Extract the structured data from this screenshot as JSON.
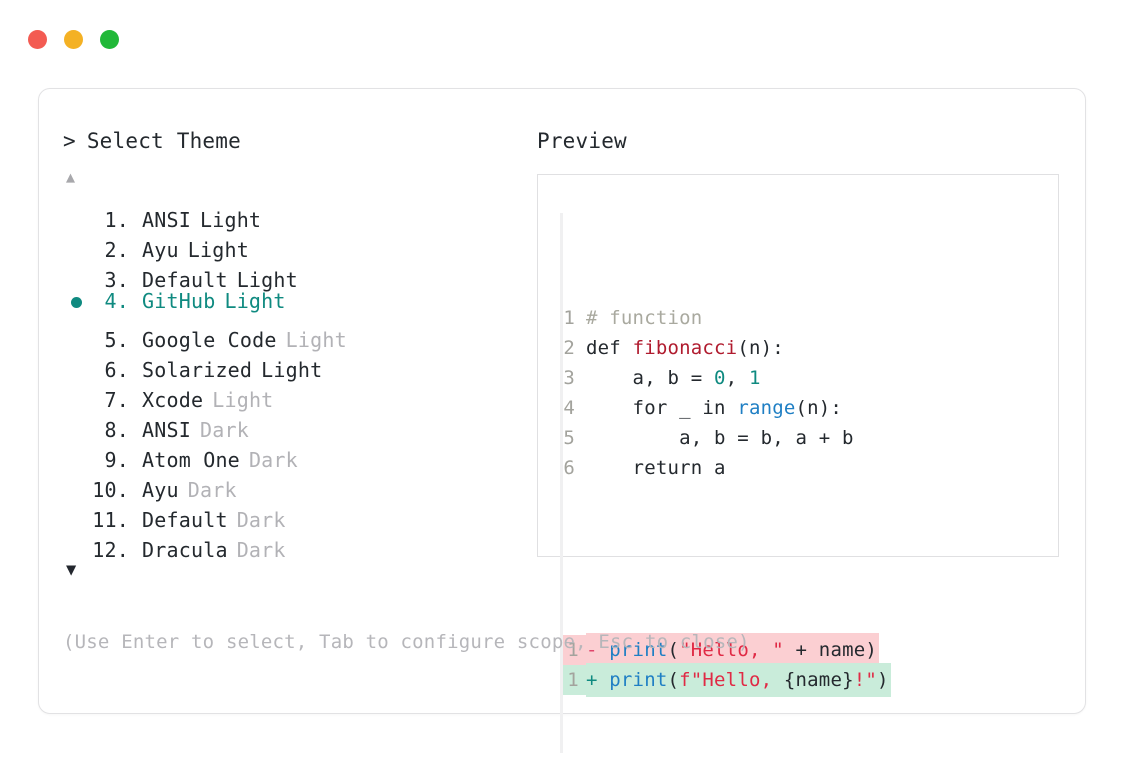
{
  "window": {
    "dots": [
      {
        "name": "close-dot",
        "color": "#F35B52"
      },
      {
        "name": "minimize-dot",
        "color": "#F4B124"
      },
      {
        "name": "maximize-dot",
        "color": "#21B838"
      }
    ]
  },
  "left_panel": {
    "prompt_symbol": ">",
    "title": "Select Theme",
    "scroll_up_icon": "▲",
    "scroll_down_icon": "▼",
    "selected_index": 4,
    "items": [
      {
        "index": "1.",
        "name": "ANSI",
        "mode": "Light",
        "mode_inline": true,
        "selected": false
      },
      {
        "index": "2.",
        "name": "Ayu",
        "mode": "Light",
        "mode_inline": true,
        "selected": false
      },
      {
        "index": "3.",
        "name": "Default",
        "mode": "Light",
        "mode_inline": true,
        "selected": false
      },
      {
        "index": "4.",
        "name": "GitHub",
        "mode": "Light",
        "mode_inline": true,
        "selected": true
      },
      {
        "index": "5.",
        "name": "Google Code",
        "mode": "Light",
        "mode_inline": false,
        "selected": false
      },
      {
        "index": "6.",
        "name": "Solarized",
        "mode": "Light",
        "mode_inline": true,
        "selected": false
      },
      {
        "index": "7.",
        "name": "Xcode",
        "mode": "Light",
        "mode_inline": false,
        "selected": false
      },
      {
        "index": "8.",
        "name": "ANSI",
        "mode": "Dark",
        "mode_inline": false,
        "selected": false
      },
      {
        "index": "9.",
        "name": "Atom One",
        "mode": "Dark",
        "mode_inline": false,
        "selected": false
      },
      {
        "index": "10.",
        "name": "Ayu",
        "mode": "Dark",
        "mode_inline": false,
        "selected": false
      },
      {
        "index": "11.",
        "name": "Default",
        "mode": "Dark",
        "mode_inline": false,
        "selected": false
      },
      {
        "index": "12.",
        "name": "Dracula",
        "mode": "Dark",
        "mode_inline": false,
        "selected": false
      }
    ]
  },
  "right_panel": {
    "title": "Preview",
    "code_lines": [
      {
        "number": "1",
        "tokens": [
          {
            "t": "# function",
            "c": "tk-comment"
          }
        ]
      },
      {
        "number": "2",
        "tokens": [
          {
            "t": "def ",
            "c": "tk-plain"
          },
          {
            "t": "fibonacci",
            "c": "tk-func"
          },
          {
            "t": "(n):",
            "c": "tk-plain"
          }
        ]
      },
      {
        "number": "3",
        "tokens": [
          {
            "t": "    a, b = ",
            "c": "tk-plain"
          },
          {
            "t": "0",
            "c": "tk-num"
          },
          {
            "t": ", ",
            "c": "tk-plain"
          },
          {
            "t": "1",
            "c": "tk-num"
          }
        ]
      },
      {
        "number": "4",
        "tokens": [
          {
            "t": "    for _ in ",
            "c": "tk-plain"
          },
          {
            "t": "range",
            "c": "tk-builtin"
          },
          {
            "t": "(n):",
            "c": "tk-plain"
          }
        ]
      },
      {
        "number": "5",
        "tokens": [
          {
            "t": "        a, b = b, a + b",
            "c": "tk-plain"
          }
        ]
      },
      {
        "number": "6",
        "tokens": [
          {
            "t": "    return a",
            "c": "tk-plain"
          }
        ]
      }
    ],
    "diff_lines": [
      {
        "kind": "del",
        "number": "1",
        "sign": "-",
        "tokens": [
          {
            "t": " ",
            "c": "tk-plain"
          },
          {
            "t": "print",
            "c": "tk-builtin"
          },
          {
            "t": "(",
            "c": "tk-plain"
          },
          {
            "t": "\"Hello, \"",
            "c": "tk-str"
          },
          {
            "t": " + name)",
            "c": "tk-plain"
          }
        ]
      },
      {
        "kind": "add",
        "number": "1",
        "sign": "+",
        "tokens": [
          {
            "t": " ",
            "c": "tk-plain"
          },
          {
            "t": "print",
            "c": "tk-builtin"
          },
          {
            "t": "(",
            "c": "tk-plain"
          },
          {
            "t": "f\"Hello, ",
            "c": "tk-str"
          },
          {
            "t": "{name}",
            "c": "tk-plain"
          },
          {
            "t": "!\"",
            "c": "tk-str"
          },
          {
            "t": ")",
            "c": "tk-plain"
          }
        ]
      }
    ]
  },
  "footer": {
    "help_text": "(Use Enter to select, Tab to configure scope, Esc to close)"
  },
  "colors": {
    "accent_teal": "#0F8A80",
    "text_primary": "#24292E",
    "text_muted": "#B2B2B6",
    "diff_del_bg": "#FBCFD2",
    "diff_add_bg": "#C9ECDA",
    "border": "#E2E2E4"
  }
}
